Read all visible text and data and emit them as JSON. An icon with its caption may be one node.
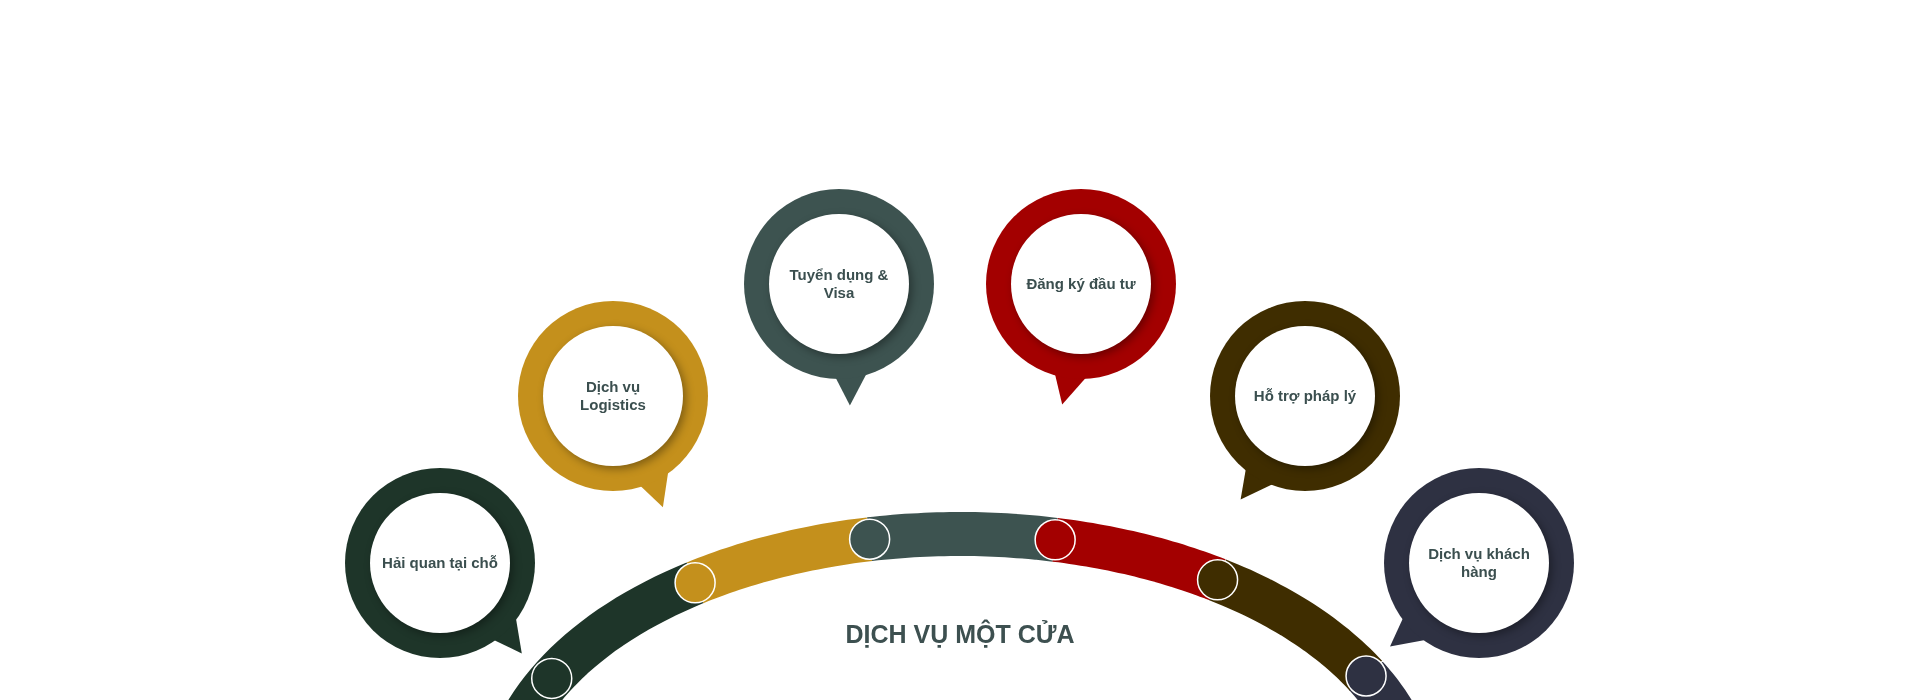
{
  "diagram": {
    "title": "DỊCH VỤ MỘT CỬA",
    "nodes": [
      {
        "text": [
          "Hải quan tại chỗ"
        ]
      },
      {
        "text": [
          "Dịch vụ Logistics"
        ]
      },
      {
        "text": [
          "Tuyển dụng & Visa"
        ]
      },
      {
        "text": [
          "Đăng ký đầu tư"
        ]
      },
      {
        "text": [
          "Hỗ trợ pháp lý"
        ]
      },
      {
        "text": [
          "Dịch vụ khách hàng"
        ]
      }
    ],
    "edges": []
  }
}
